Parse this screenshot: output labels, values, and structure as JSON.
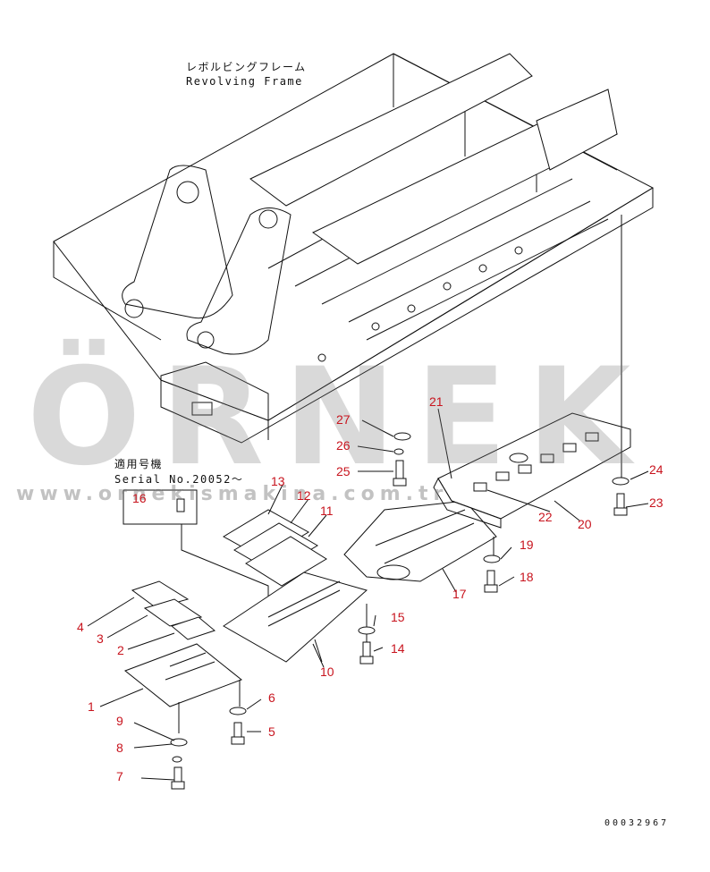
{
  "frame_title_jp": "レボルビングフレーム",
  "frame_title_en": "Revolving Frame",
  "serial_label_jp": "適用号機",
  "serial_label_en": "Serial No.20052〜",
  "watermark_text": "ÖRNEK",
  "watermark_url": "www.ornekismakina.com.tr",
  "drawing_number": "00032967",
  "callouts": [
    "1",
    "2",
    "3",
    "4",
    "5",
    "6",
    "7",
    "8",
    "9",
    "10",
    "11",
    "12",
    "13",
    "14",
    "15",
    "16",
    "17",
    "18",
    "19",
    "20",
    "21",
    "22",
    "23",
    "24",
    "25",
    "26",
    "27"
  ],
  "colors": {
    "callout": "#c8141e",
    "line": "#111111",
    "watermark": "#8a8a8a",
    "accent": "#e8c24a"
  }
}
